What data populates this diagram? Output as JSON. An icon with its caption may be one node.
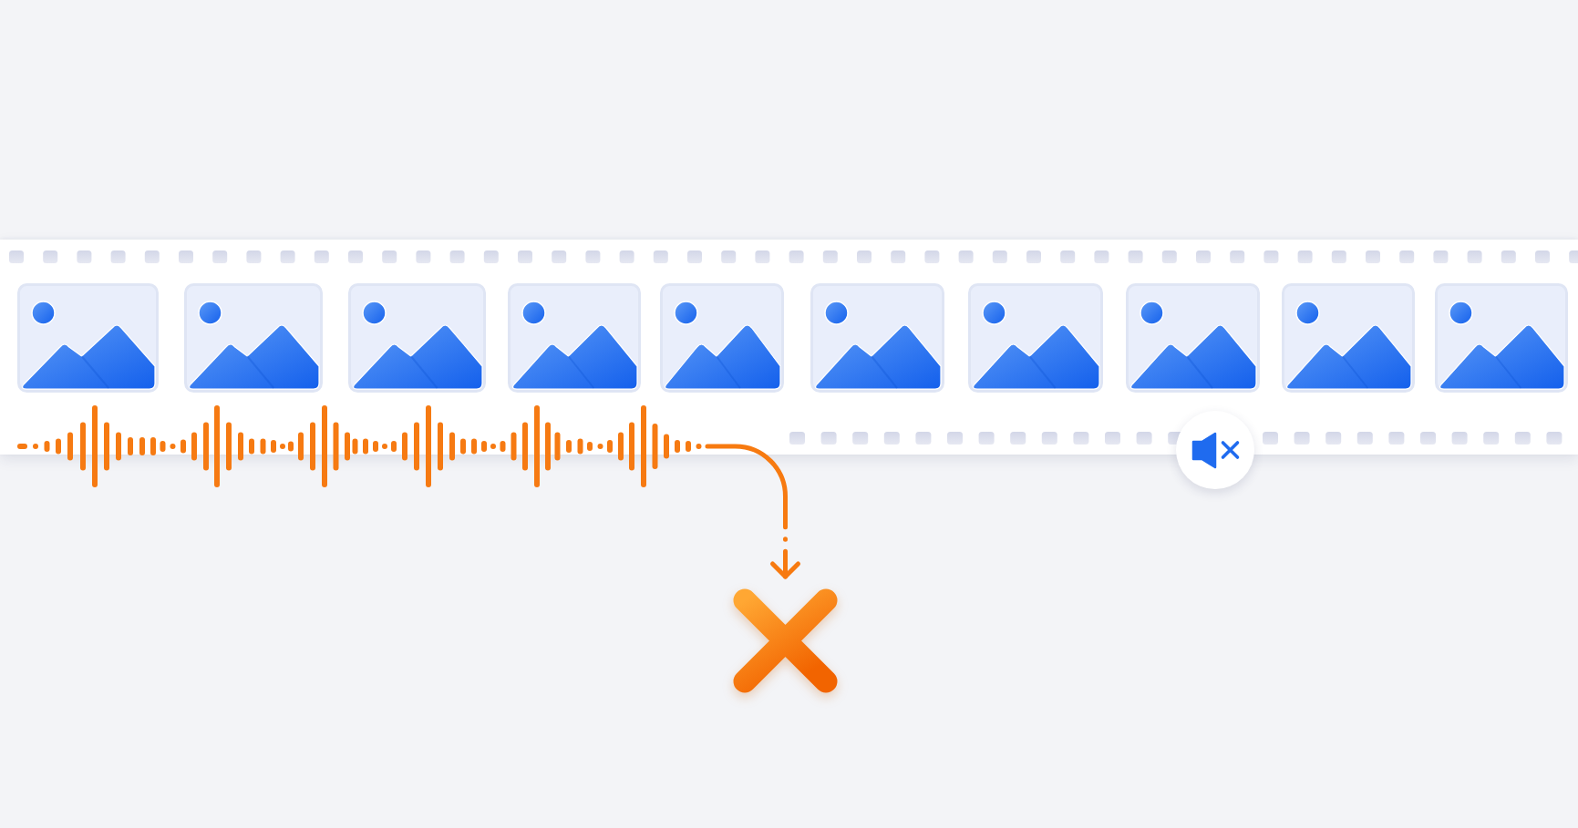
{
  "diagram": {
    "nodes": [
      {
        "text": [],
        "shape": "waveform"
      },
      {
        "text": [],
        "shape": "cross"
      }
    ],
    "edges": [
      {
        "from": 0,
        "to": 1,
        "arrow": "to"
      }
    ]
  }
}
